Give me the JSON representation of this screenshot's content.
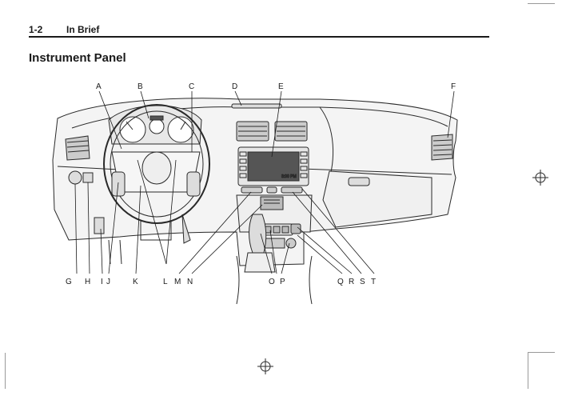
{
  "header": {
    "page_number": "1-2",
    "section": "In Brief"
  },
  "title": "Instrument Panel",
  "figure": {
    "callouts_top": [
      "A",
      "B",
      "C",
      "D",
      "E",
      "F"
    ],
    "callouts_bottom": [
      "G",
      "H",
      "I",
      "J",
      "K",
      "L",
      "M",
      "N",
      "O",
      "P",
      "Q",
      "R",
      "S",
      "T"
    ],
    "radio_time": "3:00 PM"
  }
}
